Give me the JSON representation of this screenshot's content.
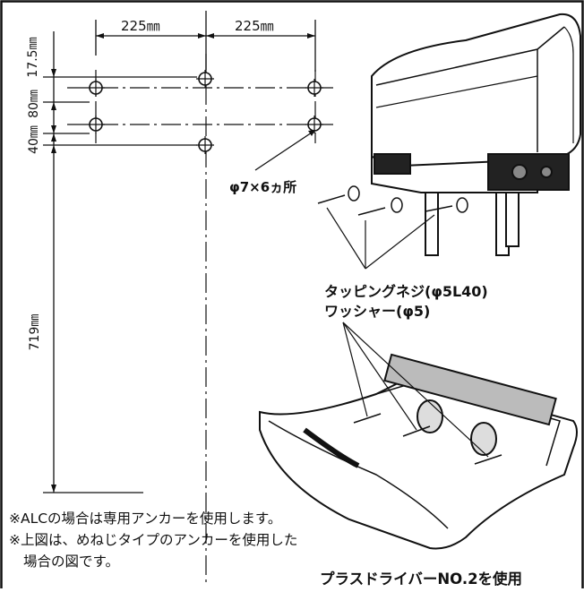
{
  "dimensions": {
    "h_left": "225㎜",
    "h_right": "225㎜",
    "v_top": "17.5㎜",
    "v_80": "80㎜",
    "v_40": "40㎜",
    "v_719": "719㎜"
  },
  "hole_note": "φ7×6ヵ所",
  "screw_label": {
    "line1": "タッピングネジ(φ5L40)",
    "line2": "ワッシャー(φ5)"
  },
  "notes": [
    "※ALCの場合は専用アンカーを使用します。",
    "※上図は、めねじタイプのアンカーを使用した",
    "場合の図です。"
  ],
  "tool_note": "プラスドライバーNO.2を使用"
}
